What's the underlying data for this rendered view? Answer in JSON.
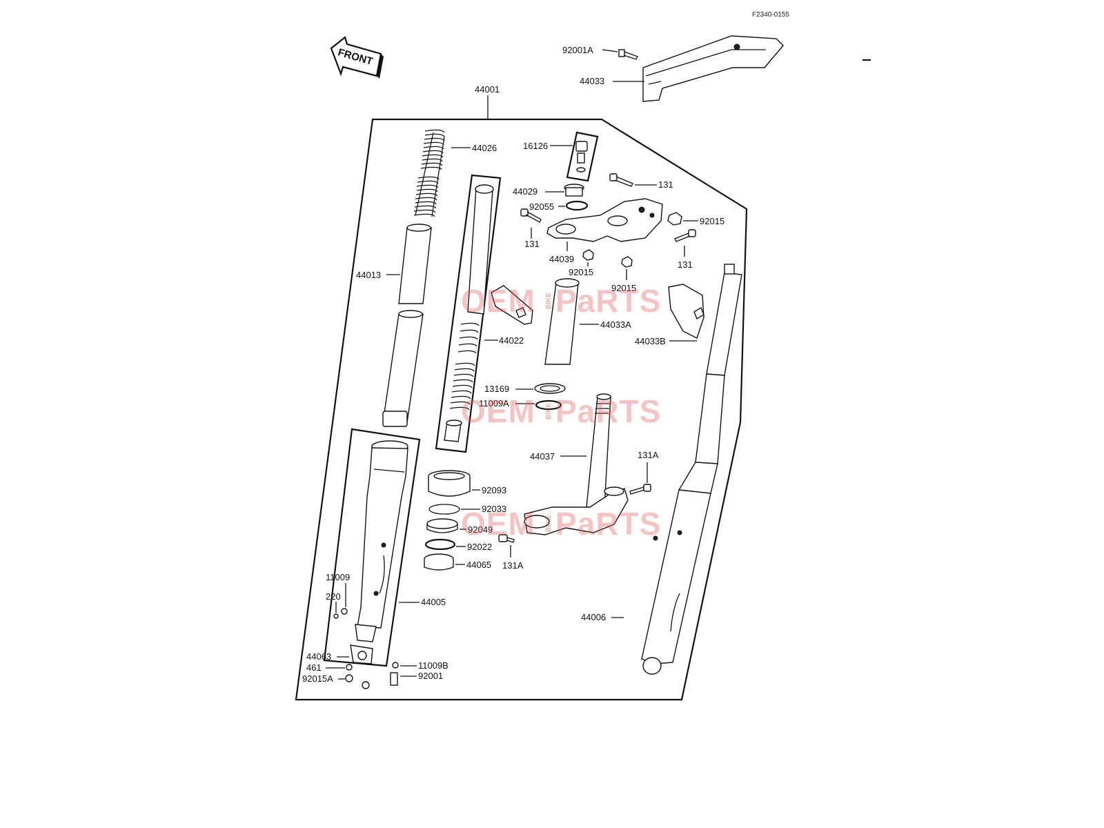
{
  "diagram": {
    "reference_code": "F2340-0155",
    "front_arrow_text": "FRONT",
    "watermark": {
      "text_oem": "OEM",
      "text_bike": "BIKE",
      "text_parts": "PaRTS"
    },
    "labels": {
      "p44001": "44001",
      "p92001A": "92001A",
      "p44033": "44033",
      "p44026": "44026",
      "p16126": "16126",
      "p44029": "44029",
      "p92055": "92055",
      "p131a": "131",
      "p131b": "131",
      "p131c": "131",
      "p92015a": "92015",
      "p92015b": "92015",
      "p92015c": "92015",
      "p44039": "44039",
      "p44013": "44013",
      "p44033A": "44033A",
      "p44033B": "44033B",
      "p44022": "44022",
      "p13169": "13169",
      "p11009A": "11009A",
      "p44037": "44037",
      "p131Aa": "131A",
      "p131Ab": "131A",
      "p92093": "92093",
      "p92033": "92033",
      "p92049": "92049",
      "p92022": "92022",
      "p44065": "44065",
      "p11009": "11009",
      "p220": "220",
      "p44005": "44005",
      "p44006": "44006",
      "p44063": "44063",
      "p11009B": "11009B",
      "p461": "461",
      "p92015A": "92015A",
      "p92001": "92001"
    }
  }
}
